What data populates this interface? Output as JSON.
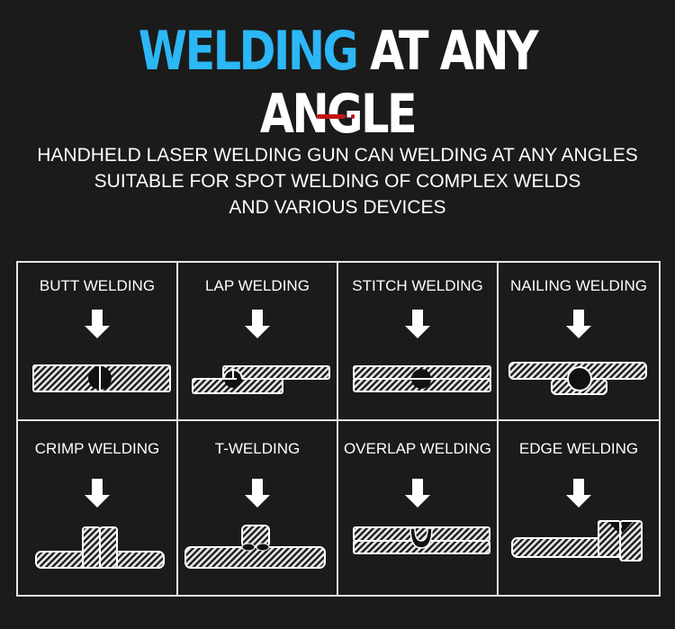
{
  "header": {
    "title_highlight": "WELDING",
    "title_rest": "AT ANY ANGLE",
    "accent_color": "#2cb7f6",
    "divider_color": "#c41414"
  },
  "description": [
    "HANDHELD LASER WELDING GUN CAN WELDING AT ANY ANGLES",
    "SUITABLE FOR SPOT WELDING OF COMPLEX WELDS",
    "AND VARIOUS DEVICES"
  ],
  "types": [
    {
      "label": "BUTT WELDING",
      "icon": "butt-weld-diagram"
    },
    {
      "label": "LAP WELDING",
      "icon": "lap-weld-diagram"
    },
    {
      "label": "STITCH WELDING",
      "icon": "stitch-weld-diagram"
    },
    {
      "label": "NAILING WELDING",
      "icon": "nailing-weld-diagram"
    },
    {
      "label": "CRIMP WELDING",
      "icon": "crimp-weld-diagram"
    },
    {
      "label": "T-WELDING",
      "icon": "t-weld-diagram"
    },
    {
      "label": "OVERLAP WELDING",
      "icon": "overlap-weld-diagram"
    },
    {
      "label": "EDGE WELDING",
      "icon": "edge-weld-diagram"
    }
  ]
}
